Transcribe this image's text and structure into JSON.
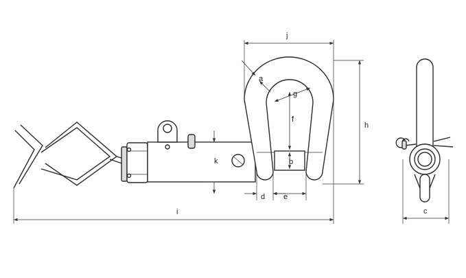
{
  "drawing": {
    "labels": {
      "a": "a",
      "b": "b",
      "c": "c",
      "d": "d",
      "e": "e",
      "f": "f",
      "g": "g",
      "h": "h",
      "i": "i",
      "j": "j",
      "k": "k"
    }
  }
}
